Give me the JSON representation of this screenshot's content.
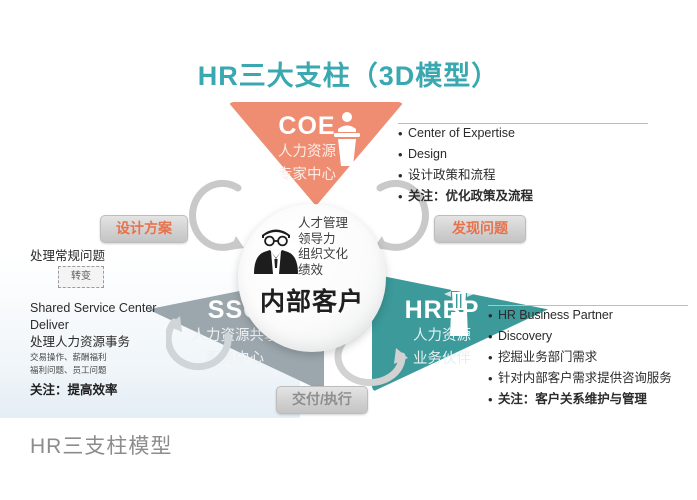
{
  "title": "HR三大支柱（3D模型）",
  "caption": "HR三支柱模型",
  "colors": {
    "title": "#3aa8b0",
    "coe": "#ef8d73",
    "ssc": "#9ba7ad",
    "hrbp": "#3c9a9a",
    "pill_accent": "#e8714a",
    "pill_muted": "#8e8e8e"
  },
  "center": {
    "icon": "person-avatar-icon",
    "keywords": [
      "人才管理",
      "领导力",
      "组织文化",
      "绩效"
    ],
    "label": "内部客户"
  },
  "pillars": {
    "coe": {
      "acronym": "COE",
      "cn_line1": "人力资源",
      "cn_line2": "专家中心",
      "icon": "podium-speaker-icon",
      "bullets": [
        {
          "text": "Center of Expertise",
          "bold": false
        },
        {
          "text": "Design",
          "bold": false
        },
        {
          "text": "设计政策和流程",
          "bold": false
        },
        {
          "text": "关注：优化政策及流程",
          "bold": true
        }
      ]
    },
    "ssc": {
      "acronym": "SSC",
      "cn_line1": "人力资源共享",
      "cn_line2": "服务中心",
      "icon": "gear-wrench-icon",
      "lines": [
        {
          "text": "Shared Service Center",
          "style": "normal"
        },
        {
          "text": "Deliver",
          "style": "normal"
        },
        {
          "text": "处理人力资源事务",
          "style": "normal"
        },
        {
          "text": "交易操作、薪酬福利",
          "style": "tiny"
        },
        {
          "text": "福利问题、员工问题",
          "style": "tiny"
        },
        {
          "text": "关注：提高效率",
          "style": "focus"
        }
      ]
    },
    "hrbp": {
      "acronym": "HRBP",
      "cn_line1": "人力资源",
      "cn_line2": "业务伙伴",
      "icon": "lighthouse-icon",
      "bullets": [
        {
          "text": "HR Business Partner",
          "bold": false
        },
        {
          "text": "Discovery",
          "bold": false
        },
        {
          "text": "挖掘业务部门需求",
          "bold": false
        },
        {
          "text": "针对内部客户需求提供咨询服务",
          "bold": false
        },
        {
          "text": "关注：客户关系维护与管理",
          "bold": true
        }
      ]
    }
  },
  "flow_labels": {
    "design": "设计方案",
    "discover": "发现问题",
    "deliver": "交付/执行",
    "transform": "转变",
    "handle_routine": "处理常规问题"
  }
}
